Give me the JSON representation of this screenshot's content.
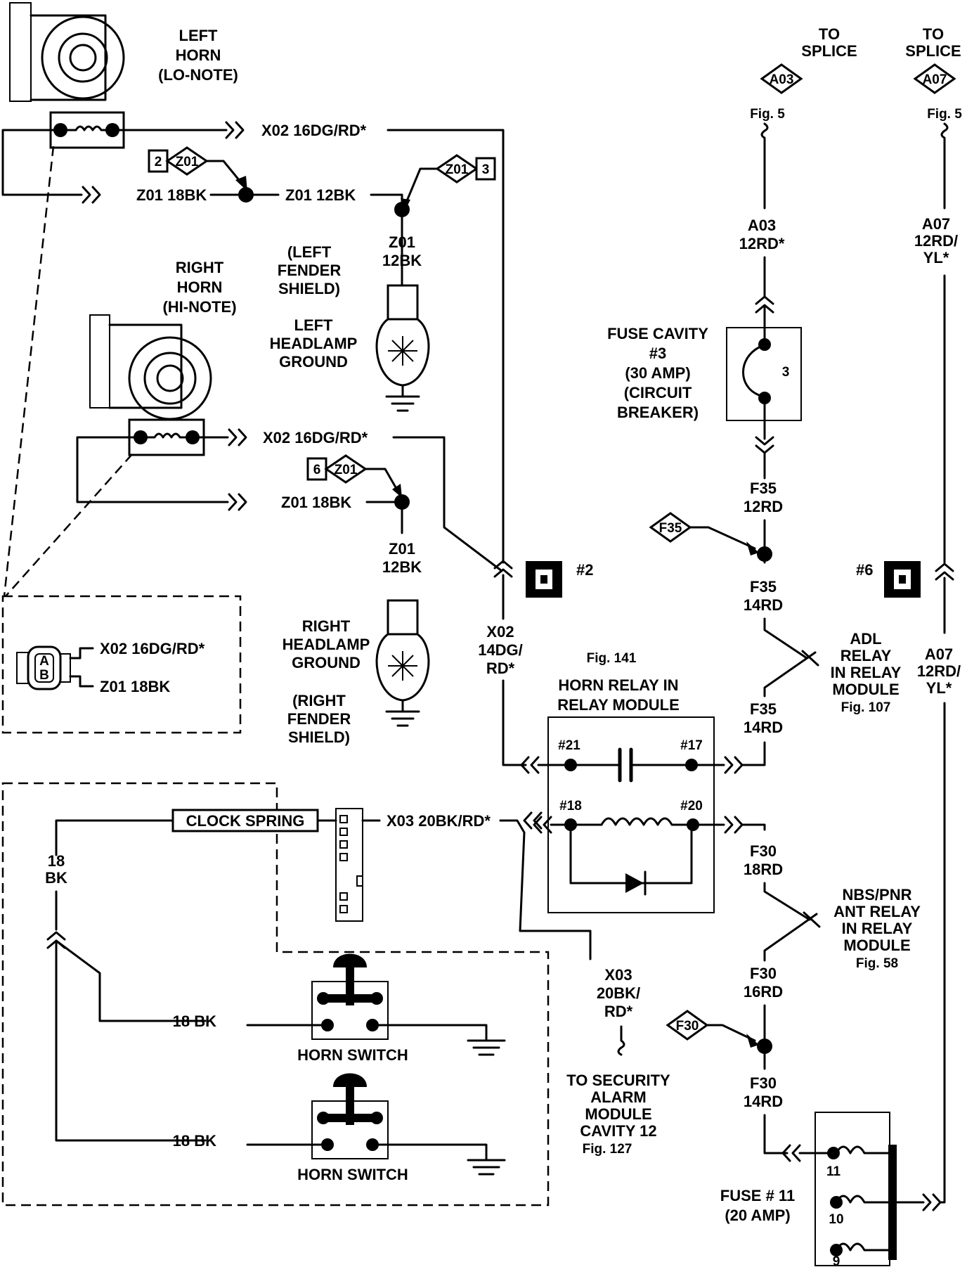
{
  "labels": {
    "left_horn": [
      "LEFT",
      "HORN",
      "(LO-NOTE)"
    ],
    "right_horn": [
      "RIGHT",
      "HORN",
      "(HI-NOTE)"
    ],
    "left_fender": [
      "(LEFT",
      "FENDER",
      "SHIELD)"
    ],
    "left_headlamp_ground": [
      "LEFT",
      "HEADLAMP",
      "GROUND"
    ],
    "right_headlamp_ground": [
      "RIGHT",
      "HEADLAMP",
      "GROUND"
    ],
    "right_fender": [
      "(RIGHT",
      "FENDER",
      "SHIELD)"
    ],
    "fuse_cavity": [
      "FUSE CAVITY",
      "#3",
      "(30 AMP)",
      "(CIRCUIT",
      "BREAKER)"
    ],
    "fuse_cavity_num": "3",
    "to_splice_a03": [
      "TO",
      "SPLICE"
    ],
    "to_splice_a07": [
      "TO",
      "SPLICE"
    ],
    "fig5_a03": "Fig. 5",
    "fig5_a07": "Fig. 5",
    "horn_relay": [
      "HORN RELAY IN",
      "RELAY MODULE"
    ],
    "fig141": "Fig. 141",
    "adl_relay": [
      "ADL",
      "RELAY",
      "IN RELAY",
      "MODULE",
      "Fig. 107"
    ],
    "nbs_relay": [
      "NBS/PNR",
      "ANT RELAY",
      "IN RELAY",
      "MODULE",
      "Fig. 58"
    ],
    "security": [
      "TO SECURITY",
      "ALARM",
      "MODULE",
      "CAVITY 12",
      "Fig. 127"
    ],
    "fuse11": [
      "FUSE # 11",
      "(20 AMP)"
    ],
    "clock_spring": "CLOCK SPRING",
    "horn_switch_1": "HORN SWITCH",
    "horn_switch_2": "HORN SWITCH",
    "conn2": "#2",
    "conn6": "#6"
  },
  "wires": {
    "x02_top": "X02  16DG/RD*",
    "z01_18bk_top": "Z01  18BK",
    "z01_12bk_top": "Z01  12BK",
    "z01_12bk_vert_1": [
      "Z01",
      "12BK"
    ],
    "x02_mid": "X02  16DG/RD*",
    "z01_18bk_mid": "Z01  18BK",
    "z01_12bk_vert_2": [
      "Z01",
      "12BK"
    ],
    "inset_x02": "X02  16DG/RD*",
    "inset_z01": "Z01  18BK",
    "x02_14dg": [
      "X02",
      "14DG/",
      "RD*"
    ],
    "a03": [
      "A03",
      "12RD*"
    ],
    "a07_top": [
      "A07",
      "12RD/",
      "YL*"
    ],
    "a07_bot": [
      "A07",
      "12RD/",
      "YL*"
    ],
    "f35_12rd": [
      "F35",
      "12RD"
    ],
    "f35_14rd_1": [
      "F35",
      "14RD"
    ],
    "f35_14rd_2": [
      "F35",
      "14RD"
    ],
    "f30_18rd": [
      "F30",
      "18RD"
    ],
    "f30_16rd": [
      "F30",
      "16RD"
    ],
    "f30_14rd": [
      "F30",
      "14RD"
    ],
    "x03_horiz": "X03  20BK/RD*",
    "x03_vert": [
      "X03",
      "20BK/",
      "RD*"
    ],
    "bk18_vert": [
      "18",
      "BK"
    ],
    "bk18_sw1": "18 BK",
    "bk18_sw2": "18 BK"
  },
  "pins": {
    "p21": "#21",
    "p17": "#17",
    "p18": "#18",
    "p20": "#20",
    "f11": "11",
    "f10": "10",
    "f9": "9"
  },
  "splices": {
    "z01_2": {
      "code": "Z01",
      "num": "2"
    },
    "z01_3": {
      "code": "Z01",
      "num": "3"
    },
    "z01_6": {
      "code": "Z01",
      "num": "6"
    },
    "a03": "A03",
    "a07": "A07",
    "f35": "F35",
    "f30": "F30"
  },
  "inset_pins": [
    "A",
    "B"
  ]
}
